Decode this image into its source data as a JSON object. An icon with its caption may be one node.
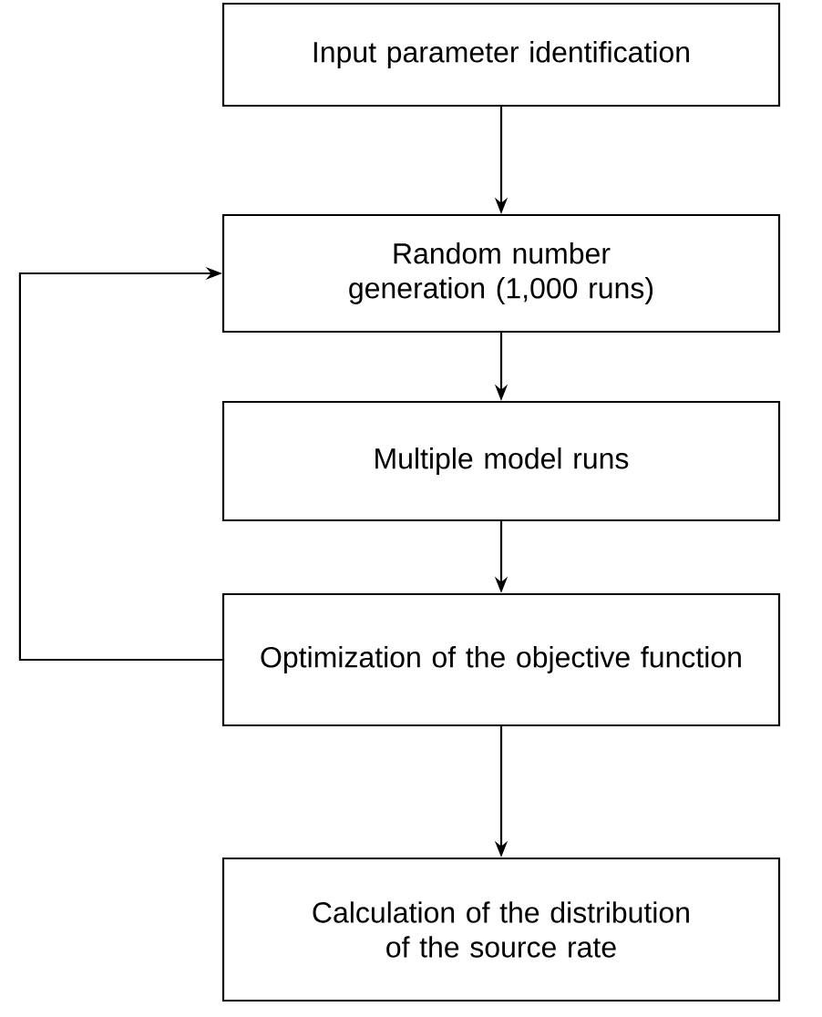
{
  "diagram": {
    "nodes": [
      {
        "text": [
          "Input parameter identification"
        ]
      },
      {
        "text": [
          "Random number generation (1,000 runs)"
        ]
      },
      {
        "text": [
          "Multiple model runs"
        ]
      },
      {
        "text": [
          "Optimization of the objective function"
        ]
      },
      {
        "text": [
          "Calculation of the distribution of the source rate"
        ]
      }
    ],
    "edges": [
      {
        "from": 0,
        "to": 1,
        "arrow": "to"
      },
      {
        "from": 1,
        "to": 2,
        "arrow": "to"
      },
      {
        "from": 2,
        "to": 3,
        "arrow": "to"
      },
      {
        "from": 3,
        "to": 4,
        "arrow": "to"
      },
      {
        "from": 3,
        "to": 1,
        "arrow": "to"
      }
    ]
  }
}
